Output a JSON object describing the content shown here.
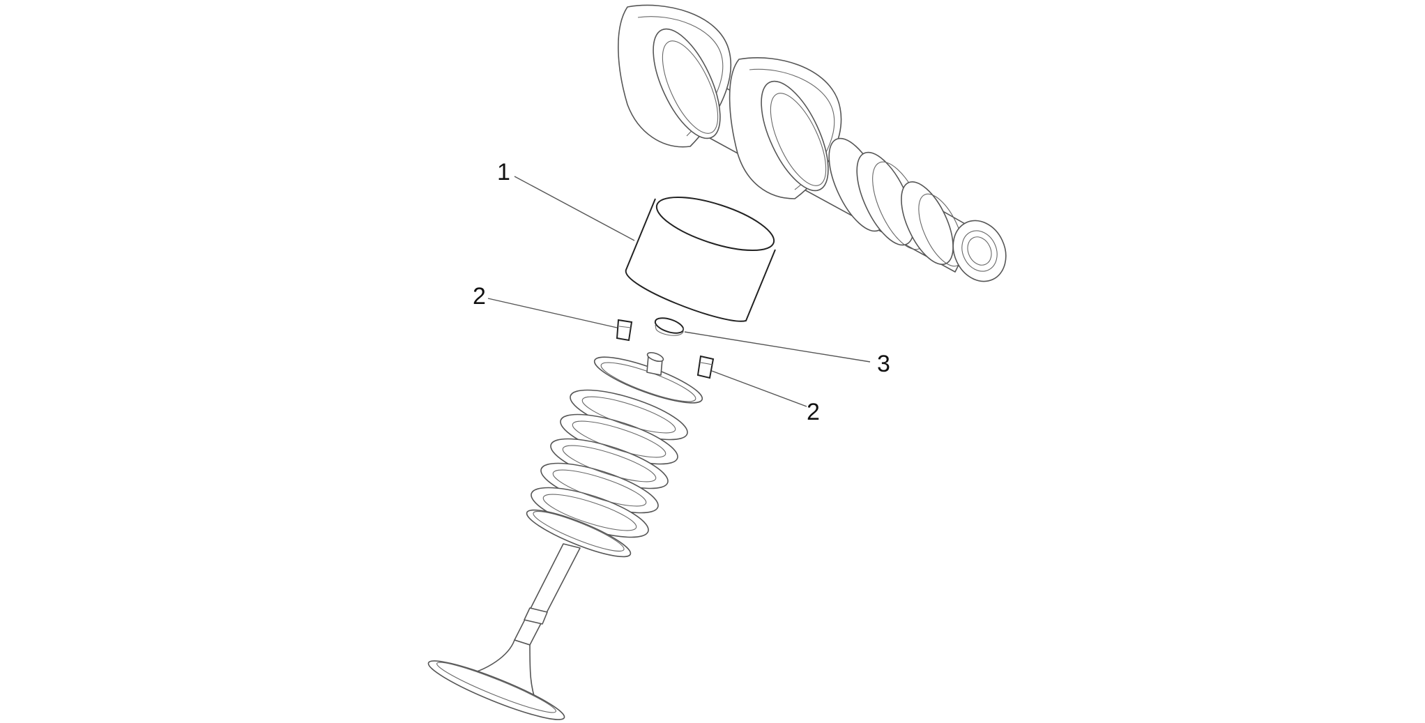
{
  "callouts": [
    {
      "id": "tappet",
      "label": "1"
    },
    {
      "id": "collet-left",
      "label": "2"
    },
    {
      "id": "shim",
      "label": "3"
    },
    {
      "id": "collet-right",
      "label": "2"
    }
  ]
}
